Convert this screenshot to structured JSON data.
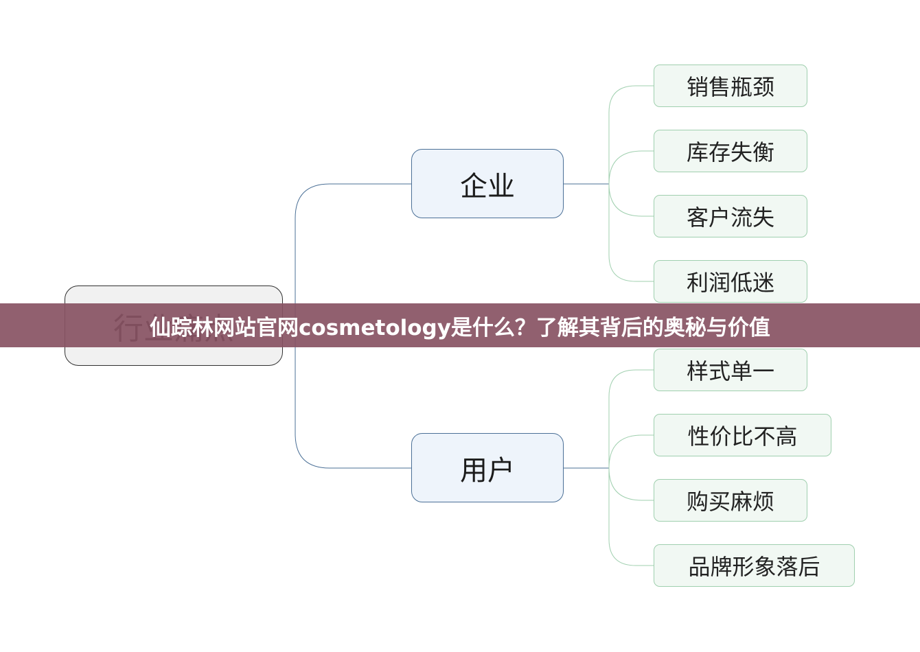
{
  "mindmap": {
    "root": "行业痛点",
    "branches": [
      {
        "label": "企业",
        "leaves": [
          "销售瓶颈",
          "库存失衡",
          "客户流失",
          "利润低迷"
        ]
      },
      {
        "label": "用户",
        "leaves": [
          "样式单一",
          "性价比不高",
          "购买麻烦",
          "品牌形象落后"
        ]
      }
    ]
  },
  "banner": {
    "title": "仙踪林网站官网cosmetology是什么？了解其背后的奥秘与价值"
  },
  "colors": {
    "enterprise_connector": "#4a6f96",
    "leaf_connector": "#9fcfae",
    "banner_background": "#885263",
    "banner_text": "#ffffff"
  }
}
